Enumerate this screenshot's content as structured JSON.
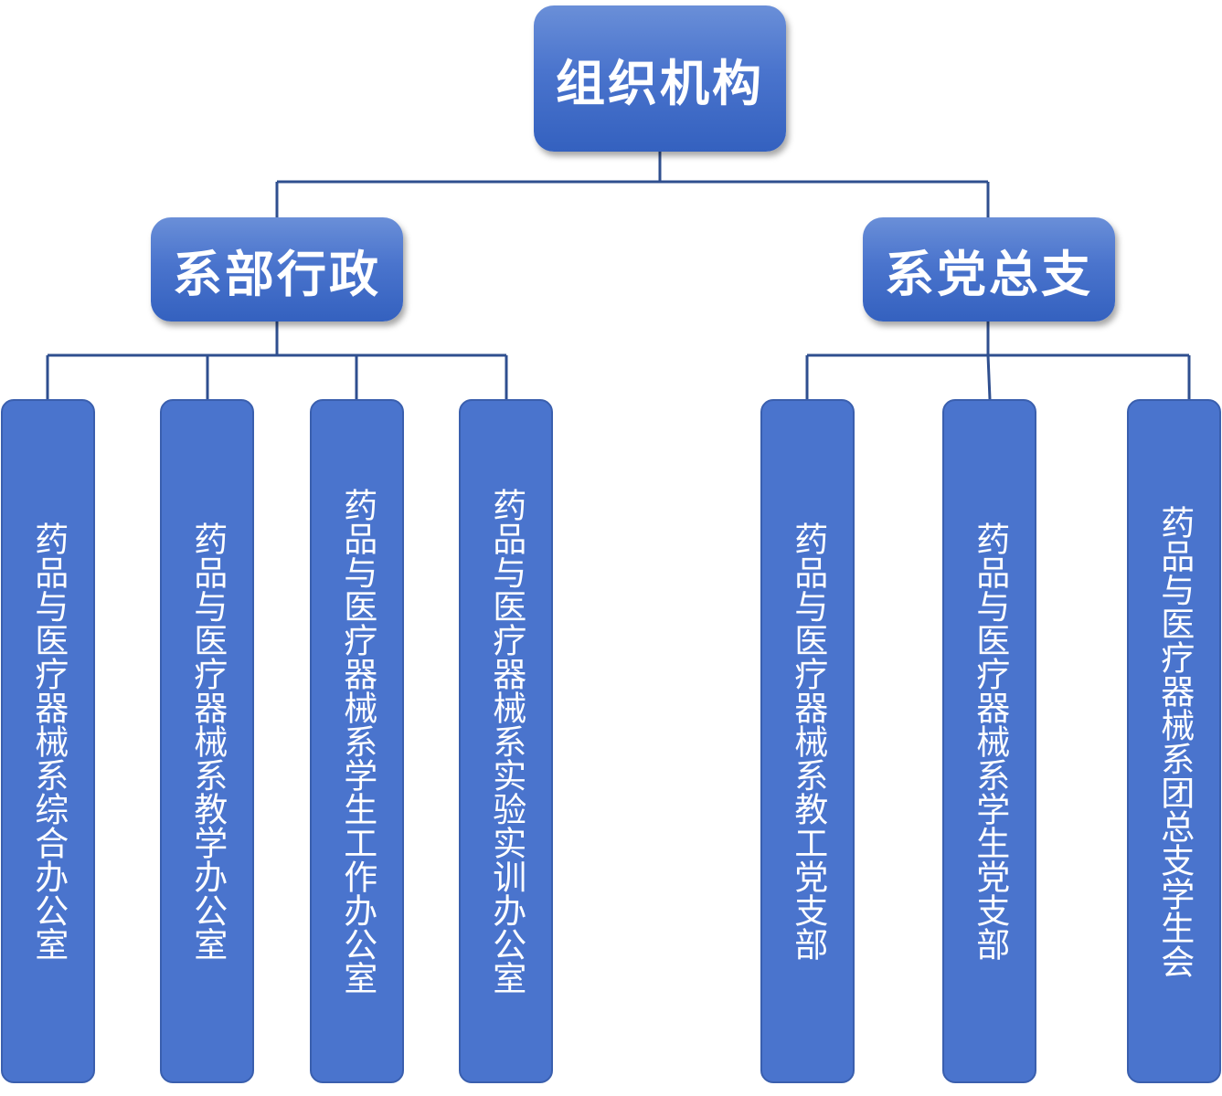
{
  "root": {
    "label": "组织机构"
  },
  "branches": [
    {
      "label": "系部行政",
      "children": [
        "药品与医疗器械系综合办公室",
        "药品与医疗器械系教学办公室",
        "药品与医疗器械系学生工作办公室",
        "药品与医疗器械系实验实训办公室"
      ]
    },
    {
      "label": "系党总支",
      "children": [
        "药品与医疗器械系教工党支部",
        "药品与医疗器械系学生党支部",
        "药品与医疗器械系团总支学生会"
      ]
    }
  ],
  "colors": {
    "box_fill": "#4a74cd",
    "box_gradient_top": "#6a8fd8",
    "connector": "#2f4f8f",
    "text": "#ffffff"
  }
}
